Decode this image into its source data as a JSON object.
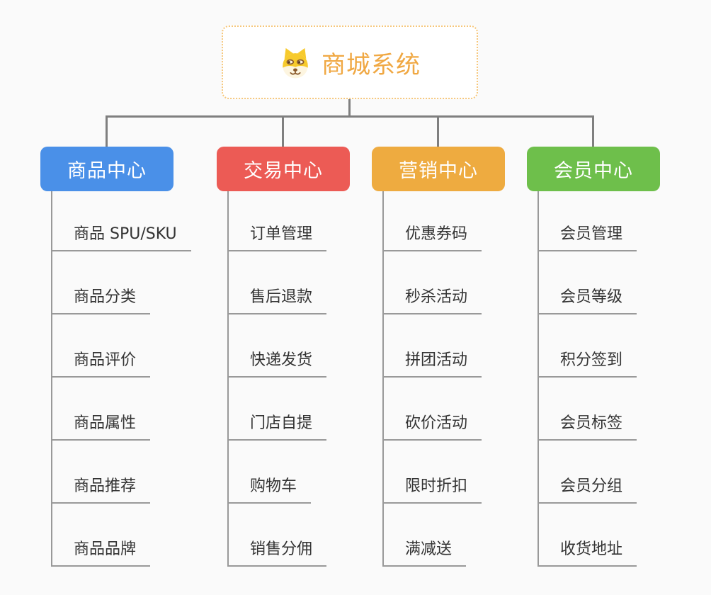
{
  "page": {
    "background_color": "#fafafa",
    "connector_color": "#7f7f7f",
    "child_line_color": "#999999"
  },
  "root": {
    "label": "商城系统",
    "icon": "doge-icon",
    "text_color": "#f0a843",
    "border_color": "#f6c77c"
  },
  "branches": [
    {
      "id": "product-center",
      "label": "商品中心",
      "color": "#4a90e8",
      "children": [
        "商品 SPU/SKU",
        "商品分类",
        "商品评价",
        "商品属性",
        "商品推荐",
        "商品品牌"
      ]
    },
    {
      "id": "trade-center",
      "label": "交易中心",
      "color": "#ec5b55",
      "children": [
        "订单管理",
        "售后退款",
        "快递发货",
        "门店自提",
        "购物车",
        "销售分佣"
      ]
    },
    {
      "id": "marketing-center",
      "label": "营销中心",
      "color": "#eeab40",
      "children": [
        "优惠券码",
        "秒杀活动",
        "拼团活动",
        "砍价活动",
        "限时折扣",
        "满减送"
      ]
    },
    {
      "id": "member-center",
      "label": "会员中心",
      "color": "#6ebf4b",
      "children": [
        "会员管理",
        "会员等级",
        "积分签到",
        "会员标签",
        "会员分组",
        "收货地址"
      ]
    }
  ]
}
